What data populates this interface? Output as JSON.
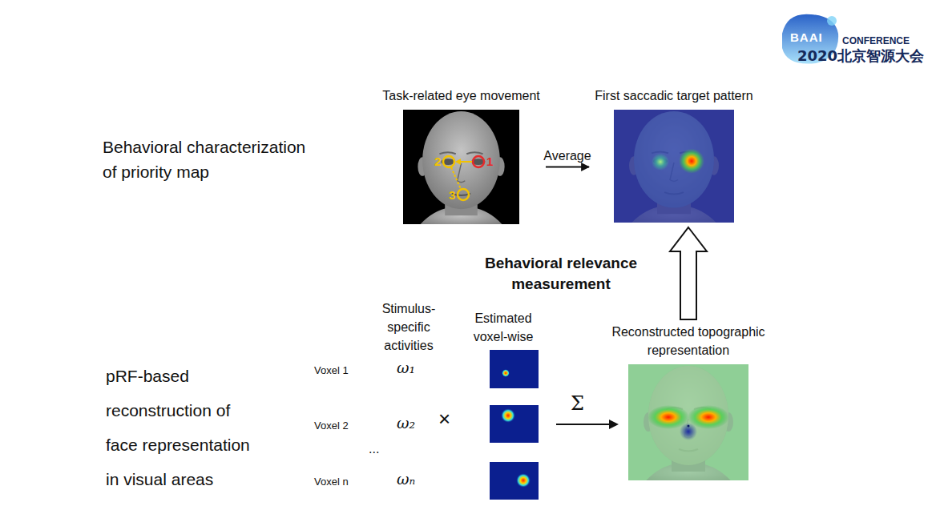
{
  "diagram": {
    "nodes": [
      {
        "text": [
          "Task-related eye movement"
        ]
      },
      {
        "text": [
          "First saccadic target pattern"
        ]
      },
      {
        "text": [
          "Reconstructed topographic representation"
        ]
      }
    ],
    "edges": [
      {
        "from": 0,
        "to": 1,
        "label": "Average",
        "arrow": "to"
      },
      {
        "from": 2,
        "to": 1,
        "label": "Behavioral relevance measurement",
        "arrow": "to"
      }
    ],
    "labels": [
      "BAAI",
      "CONFERENCE",
      "2020北京智源大会",
      "Behavioral characterization of priority map",
      "1",
      "2",
      "3",
      "pRF-based reconstruction of face representation in visual areas",
      "Stimulus-specific activities",
      "Estimated voxel-wise",
      "Voxel 1",
      "ω₁",
      "Voxel 2",
      "ω₂",
      "...",
      "Voxel n",
      "ωₙ",
      "×",
      "Σ"
    ]
  }
}
